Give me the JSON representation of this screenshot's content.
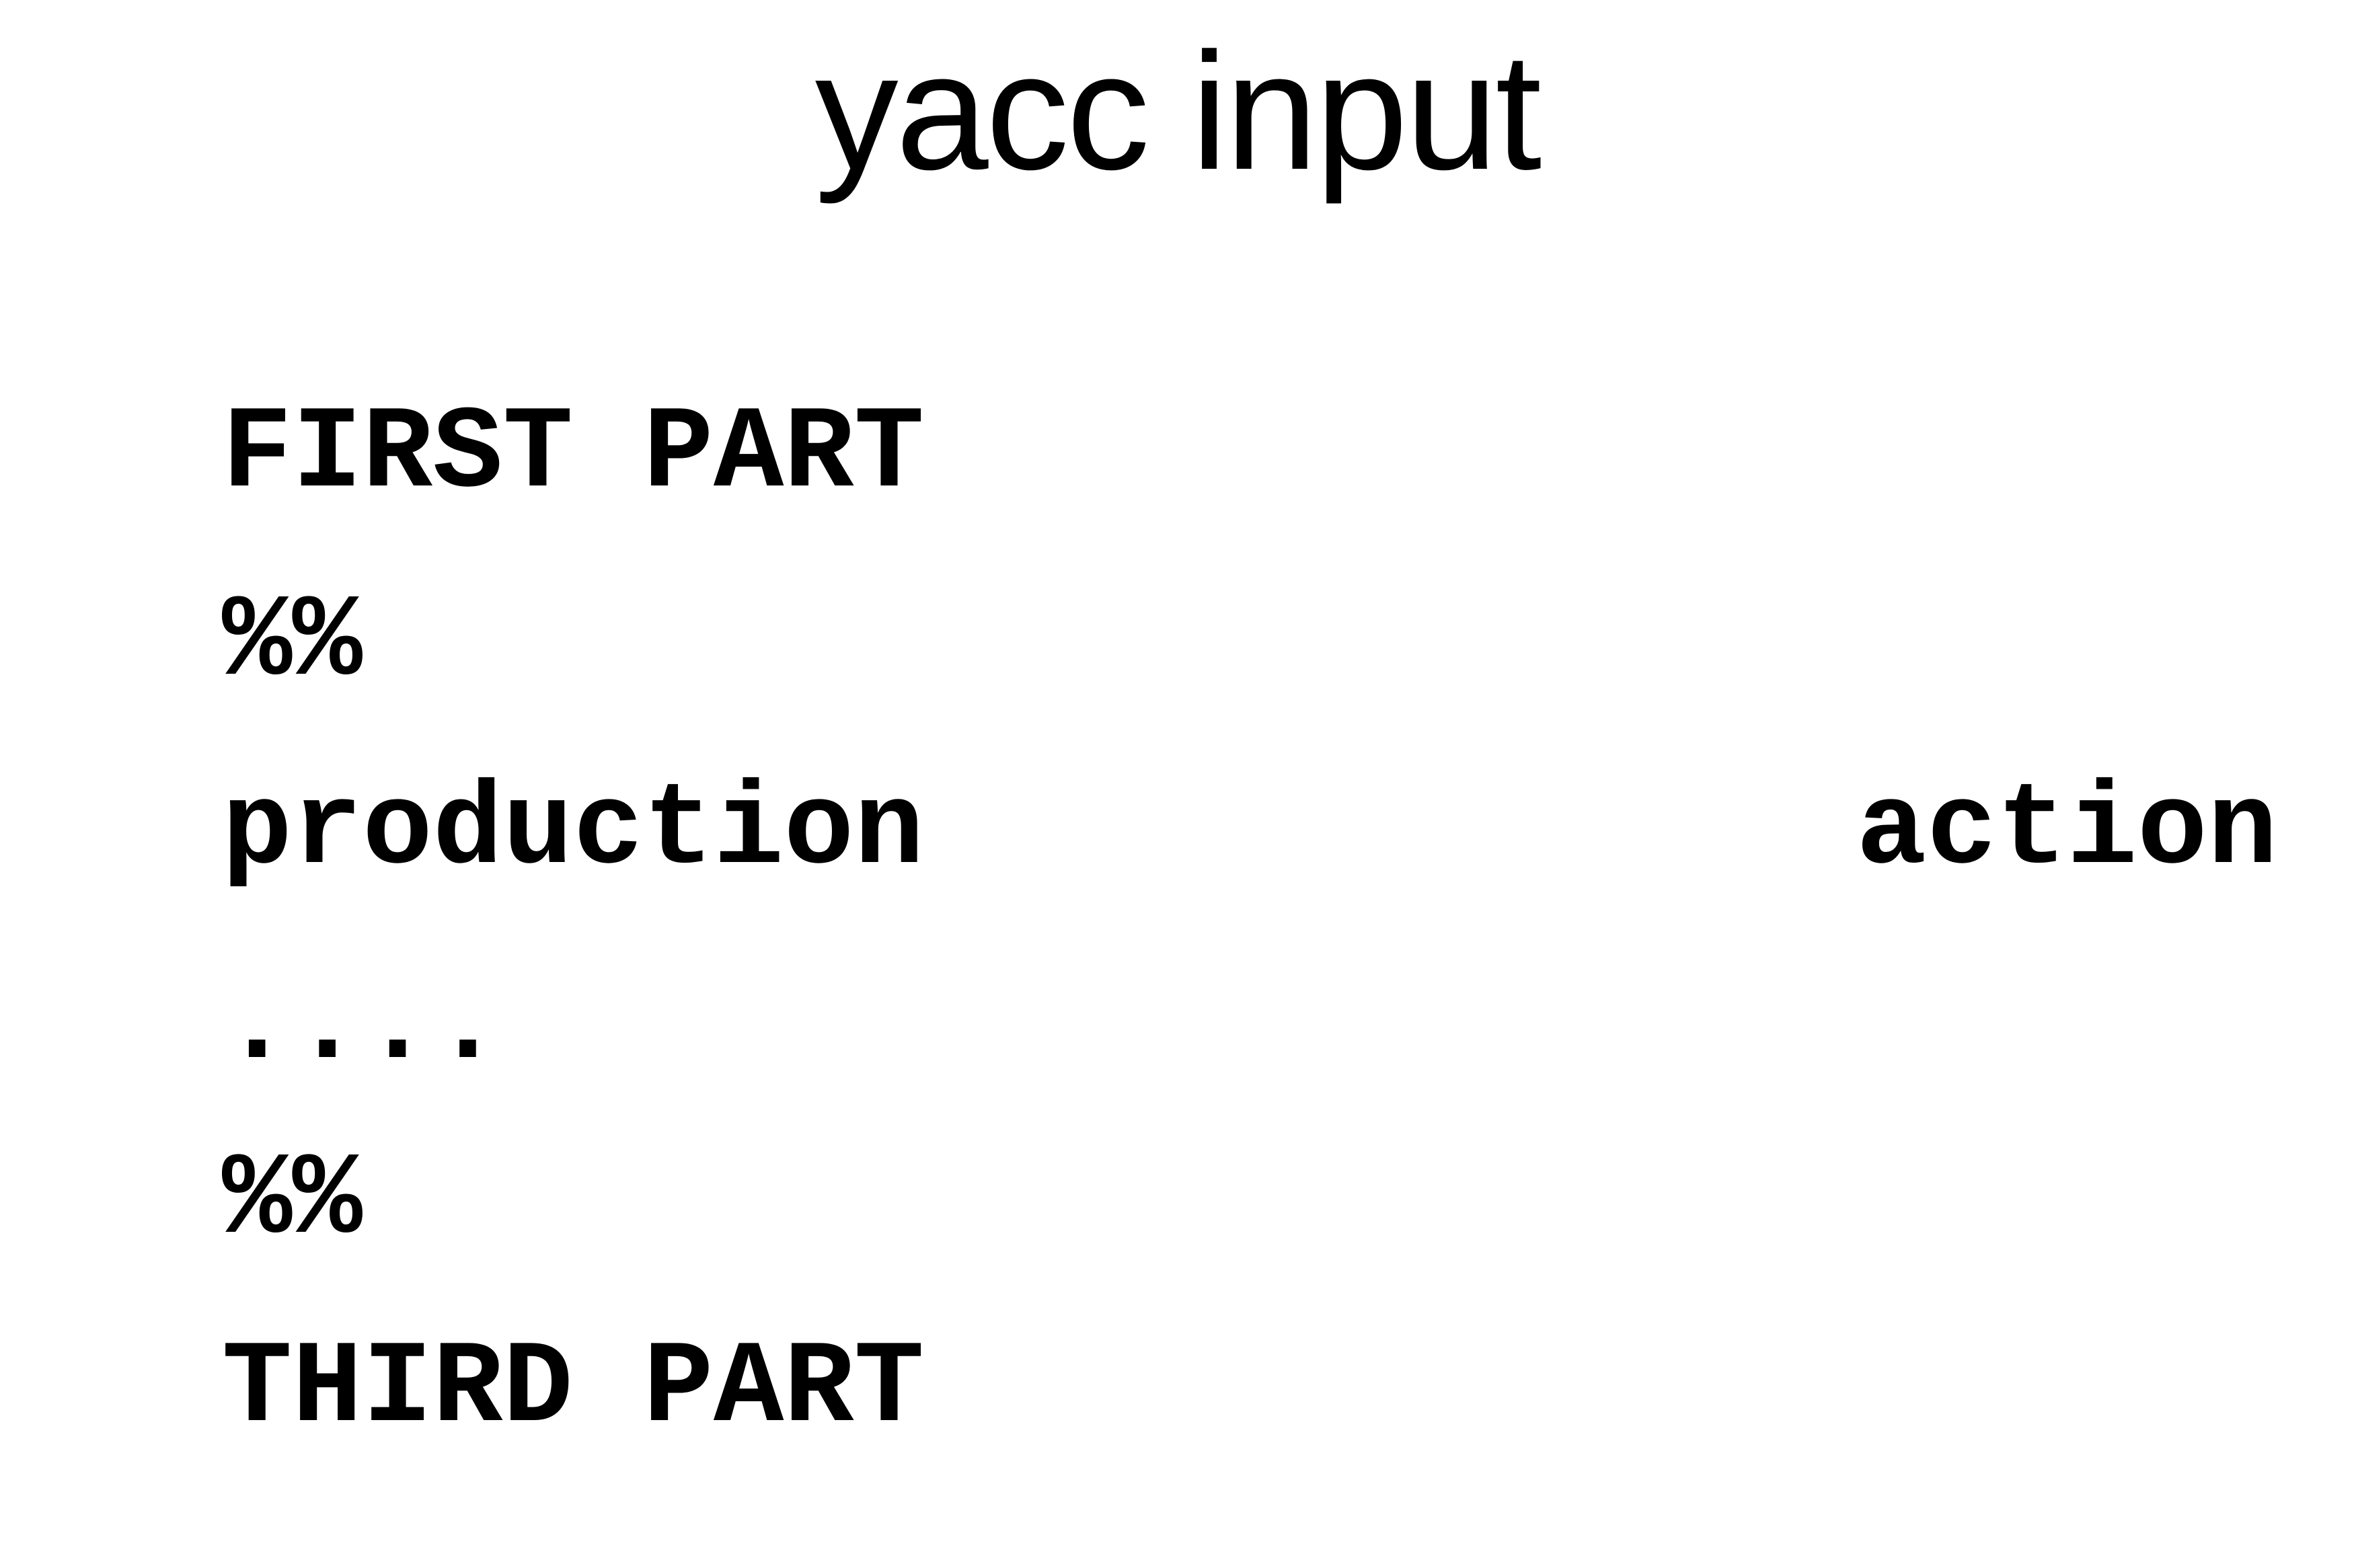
{
  "slide": {
    "title": "yacc input",
    "lines": {
      "first_part": "FIRST PART",
      "separator_1": "%%",
      "production": "production",
      "action": "action",
      "ellipsis": "....",
      "separator_2": "%%",
      "third_part": "THIRD PART"
    }
  }
}
